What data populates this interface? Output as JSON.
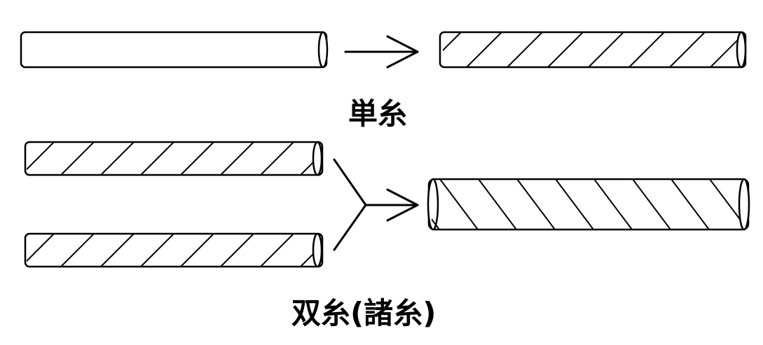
{
  "labels": {
    "single_thread": "単糸",
    "plied_thread": "双糸(諸糸)"
  },
  "threads": [
    {
      "id": "single-untwisted",
      "hatch": "none"
    },
    {
      "id": "single-twisted",
      "hatch": "right"
    },
    {
      "id": "ply-input-top",
      "hatch": "right"
    },
    {
      "id": "ply-input-bottom",
      "hatch": "right"
    },
    {
      "id": "ply-output",
      "hatch": "left"
    }
  ],
  "colors": {
    "stroke": "#000000",
    "background": "#ffffff"
  }
}
